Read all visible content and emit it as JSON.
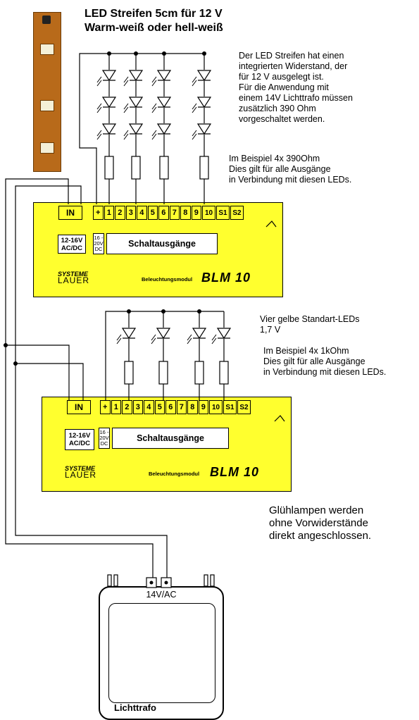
{
  "header": {
    "title_line1": "LED Streifen 5cm für 12 V",
    "title_line2": "Warm-weiß oder hell-weiß"
  },
  "notes": {
    "led_strip": [
      "Der LED Streifen hat einen",
      "integrierten Widerstand, der",
      "für 12 V ausgelegt ist.",
      "Für die Anwendung mit",
      "einem 14V Lichttrafo müssen",
      "zusätzlich 390 Ohm",
      "vorgeschaltet werden."
    ],
    "example_390": [
      "Im Beispiel 4x 390Ohm",
      "Dies gilt für alle Ausgänge",
      "in Verbindung mit diesen LEDs."
    ],
    "yellow_leds": [
      "Vier gelbe Standart-LEDs",
      "1,7 V"
    ],
    "example_1k": [
      "Im Beispiel 4x 1kOhm",
      "Dies gilt für alle Ausgänge",
      "in Verbindung mit diesen LEDs."
    ],
    "lamps": [
      "Glühlampen werden",
      "ohne Vorwiderstände",
      "direkt angeschlossen."
    ]
  },
  "module": {
    "input_label": "IN",
    "pins": [
      "+",
      "1",
      "2",
      "3",
      "4",
      "5",
      "6",
      "7",
      "8",
      "9",
      "10",
      "S1",
      "S2"
    ],
    "supply_label_line1": "12-16V",
    "supply_label_line2": "AC/DC",
    "dc_label_line1": "16 -",
    "dc_label_line2": "20V",
    "dc_label_line3": "DC",
    "outputs_label": "Schaltausgänge",
    "brand_line1": "SYSTEME",
    "brand_line2": "LAUER",
    "product_label": "Beleuchtungsmodul",
    "product_name": "BLM 10"
  },
  "transformer": {
    "voltage_label": "14V/AC",
    "name": "Lichttrafo"
  },
  "colors": {
    "module_fill": "#ffff2e",
    "strip_copper": "#b86a1a",
    "line": "#000000"
  },
  "components": {
    "led_chains": [
      {
        "module": 1,
        "leds_per_chain": 3,
        "resistor": "390 Ohm",
        "count": 4
      },
      {
        "module": 2,
        "leds_per_chain": 1,
        "resistor": "1 kOhm",
        "count": 4
      }
    ]
  }
}
